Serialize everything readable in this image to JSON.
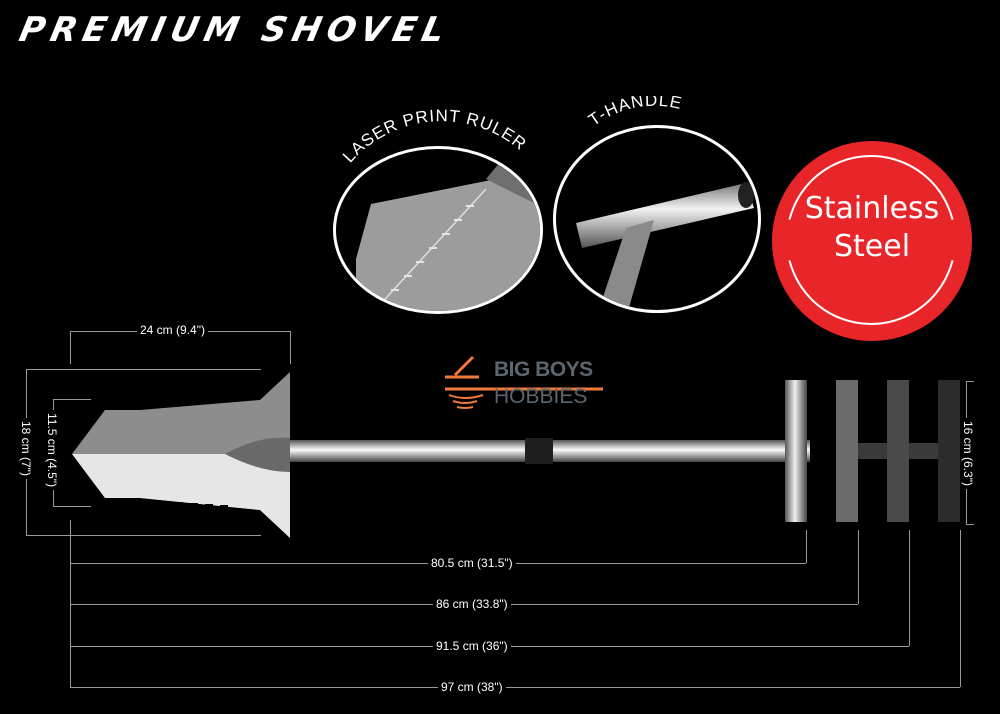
{
  "title": "PREMIUM SHOVEL",
  "callouts": {
    "ruler": "LASER PRINT RULER",
    "handle": "T-HANDLE"
  },
  "badge": {
    "line1": "Stainless",
    "line2": "Steel",
    "color": "#e8262a"
  },
  "logo": {
    "line1": "BIG BOYS",
    "line2": "HOBBIES",
    "accent": "#f07a3a",
    "text_color": "#5b6670"
  },
  "dimensions": {
    "blade_width": "24 cm (9.4\")",
    "blade_height": "18 cm (7\")",
    "blade_inner": "11.5 cm (4.5\")",
    "handle_width": "16 cm (6.3\")",
    "lengths": [
      "80.5 cm (31.5\")",
      "86 cm (33.8\")",
      "91.5 cm (36\")",
      "97 cm (38\")"
    ]
  }
}
